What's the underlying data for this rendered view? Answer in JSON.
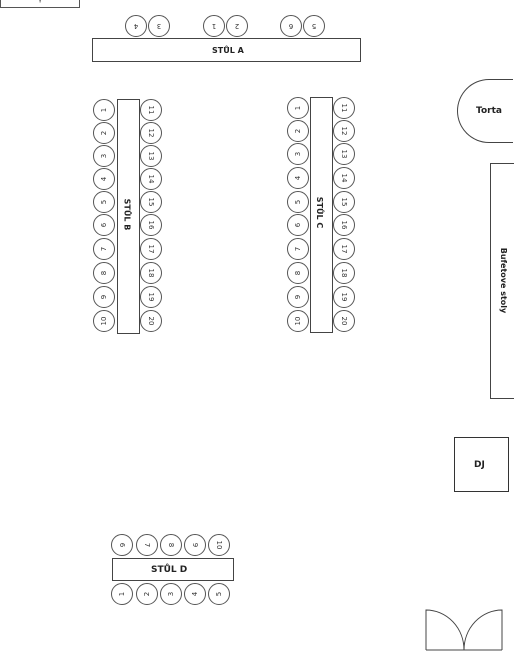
{
  "corner_label": "γ",
  "table_a": {
    "label": "STŮL A",
    "seats": [
      "4",
      "3",
      "1",
      "2",
      "6",
      "5"
    ]
  },
  "table_b": {
    "label": "STŮL B",
    "left_seats": [
      "1",
      "2",
      "3",
      "4",
      "5",
      "6",
      "7",
      "8",
      "9",
      "10"
    ],
    "right_seats": [
      "11",
      "12",
      "13",
      "14",
      "15",
      "16",
      "17",
      "18",
      "19",
      "20"
    ]
  },
  "table_c": {
    "label": "STŮL C",
    "left_seats": [
      "1",
      "2",
      "3",
      "4",
      "5",
      "6",
      "7",
      "8",
      "9",
      "10"
    ],
    "right_seats": [
      "11",
      "12",
      "13",
      "14",
      "15",
      "16",
      "17",
      "18",
      "19",
      "20"
    ]
  },
  "table_d": {
    "label": "STŮL D",
    "top_seats": [
      "6",
      "7",
      "8",
      "9",
      "10"
    ],
    "bottom_seats": [
      "1",
      "2",
      "3",
      "4",
      "5"
    ]
  },
  "torta": {
    "label": "Torta"
  },
  "buffet": {
    "label": "Bufetove stoly"
  },
  "dj": {
    "label": "DJ"
  }
}
